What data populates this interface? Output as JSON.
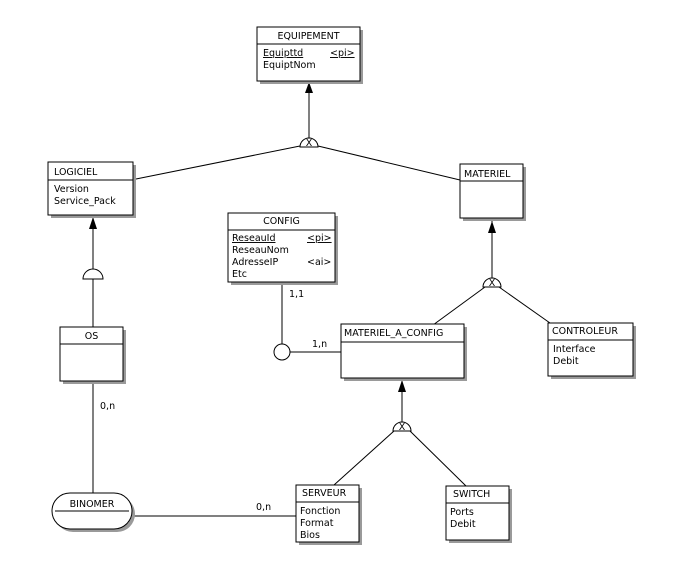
{
  "entities": {
    "equipement": {
      "title": "EQUIPEMENT",
      "attributes": [
        {
          "name": "Equipttd",
          "tag": "<pi>"
        },
        {
          "name": "EquiptNom",
          "tag": ""
        }
      ]
    },
    "logiciel": {
      "title": "LOGICIEL",
      "attributes": [
        {
          "name": "Version",
          "tag": ""
        },
        {
          "name": "Service_Pack",
          "tag": ""
        }
      ]
    },
    "materiel": {
      "title": "MATERIEL",
      "attributes": []
    },
    "config": {
      "title": "CONFIG",
      "attributes": [
        {
          "name": "ReseauId",
          "tag": "<pi>"
        },
        {
          "name": "ReseauNom",
          "tag": ""
        },
        {
          "name": "AdresseIP",
          "tag": "<ai>"
        },
        {
          "name": "Etc",
          "tag": ""
        }
      ]
    },
    "os": {
      "title": "OS",
      "attributes": []
    },
    "materiel_a_config": {
      "title": "MATERIEL_A_CONFIG",
      "attributes": []
    },
    "controleur": {
      "title": "CONTROLEUR",
      "attributes": [
        {
          "name": "Interface",
          "tag": ""
        },
        {
          "name": "Debit",
          "tag": ""
        }
      ]
    },
    "serveur": {
      "title": "SERVEUR",
      "attributes": [
        {
          "name": "Fonction",
          "tag": ""
        },
        {
          "name": "Format",
          "tag": ""
        },
        {
          "name": "Bios",
          "tag": ""
        }
      ]
    },
    "switch": {
      "title": "SWITCH",
      "attributes": [
        {
          "name": "Ports",
          "tag": ""
        },
        {
          "name": "Debit",
          "tag": ""
        }
      ]
    }
  },
  "association": {
    "binomer": "BINOMER"
  },
  "inheritance_marks": {
    "exclusive": "X"
  },
  "cardinalities": {
    "config_side": "1,1",
    "materiel_a_config_side": "1,n",
    "os_side": "0,n",
    "serveur_side": "0,n"
  }
}
